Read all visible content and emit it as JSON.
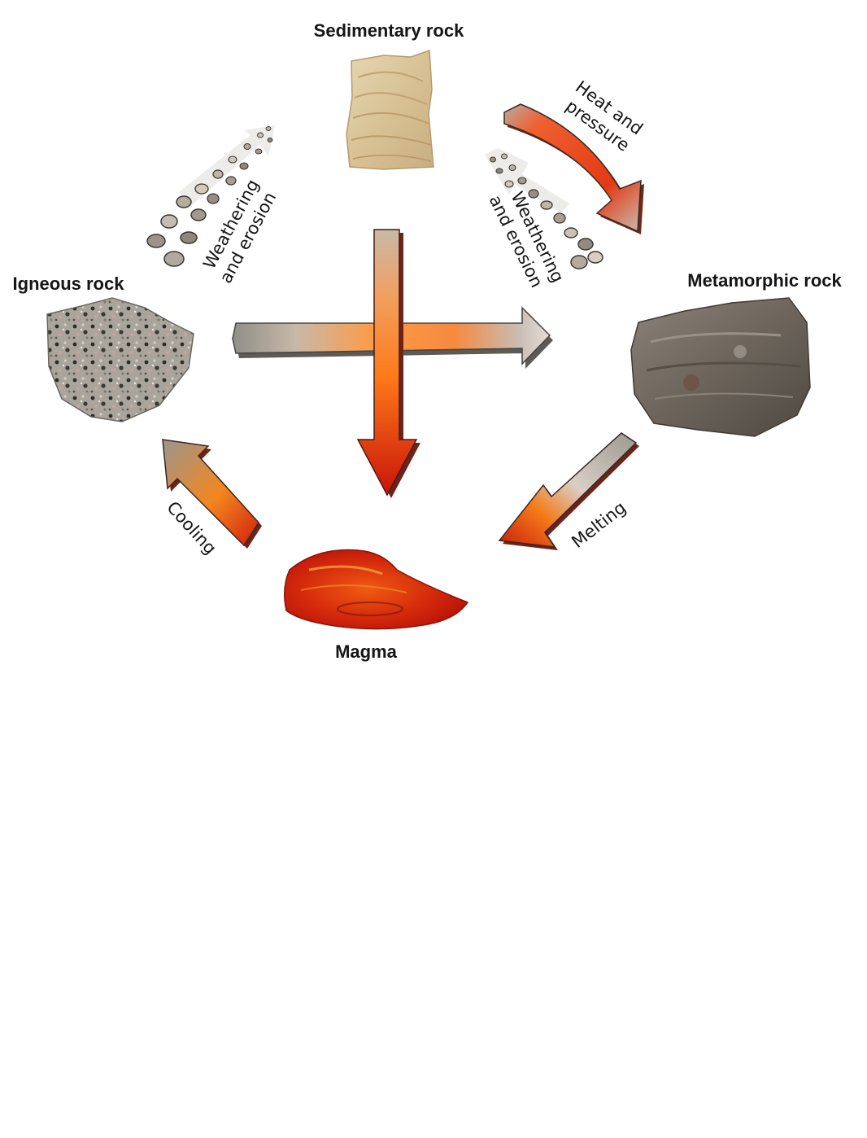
{
  "rocks": {
    "sedimentary": "Sedimentary rock",
    "igneous": "Igneous rock",
    "metamorphic": "Metamorphic rock",
    "magma": "Magma"
  },
  "processes": {
    "weathering_left": [
      "Weathering",
      "and erosion"
    ],
    "weathering_right": [
      "Weathering",
      "and erosion"
    ],
    "heat_pressure": [
      "Heat and",
      "pressure"
    ],
    "cooling": "Cooling",
    "melting": "Melting"
  }
}
